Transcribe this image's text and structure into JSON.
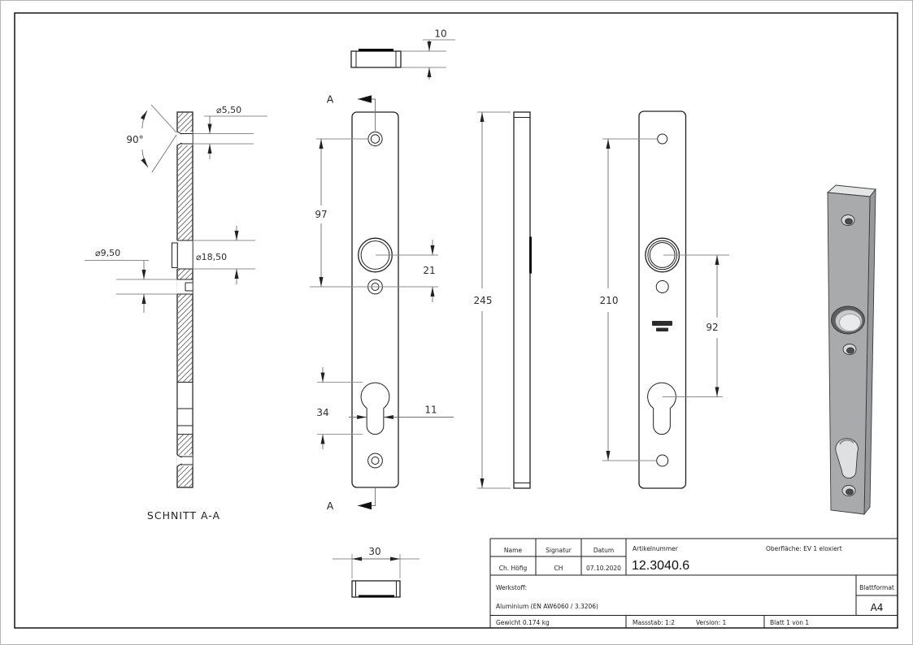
{
  "views": {
    "section": {
      "label": "SCHNITT A-A",
      "angle": "90°",
      "countersink_dia": "⌀5,50",
      "hole_dia_small": "⌀9,50",
      "hole_dia_large": "⌀18,50"
    },
    "top": {
      "thickness": "10"
    },
    "front": {
      "hole_spacing": "97",
      "hole_offset": "21",
      "keyhole_height": "34",
      "keyhole_width": "11",
      "cut_label": "A"
    },
    "side": {
      "length": "245"
    },
    "back": {
      "hole_spacing": "210",
      "cylinder_distance": "92"
    },
    "bottom": {
      "width": "30"
    }
  },
  "title_block": {
    "name_label": "Name",
    "signatur_label": "Signatur",
    "datum_label": "Datum",
    "name_value": "Ch. Höfig",
    "signatur_value": "CH",
    "datum_value": "07.10.2020",
    "artikelnummer_label": "Artikelnummer",
    "artikelnummer_value": "12.3040.6",
    "oberflaeche": "Oberfläche:  EV 1 eloxiert",
    "werkstoff_label": "Werkstoff:",
    "werkstoff_value": "Aluminium (EN AW6060 / 3.3206)",
    "blattformat_label": "Blattformat",
    "blattformat_value": "A4",
    "gewicht": "Gewicht 0.174 kg",
    "massstab": "Massstab: 1:2",
    "version": "Version: 1",
    "blatt": "Blatt 1 von 1"
  }
}
